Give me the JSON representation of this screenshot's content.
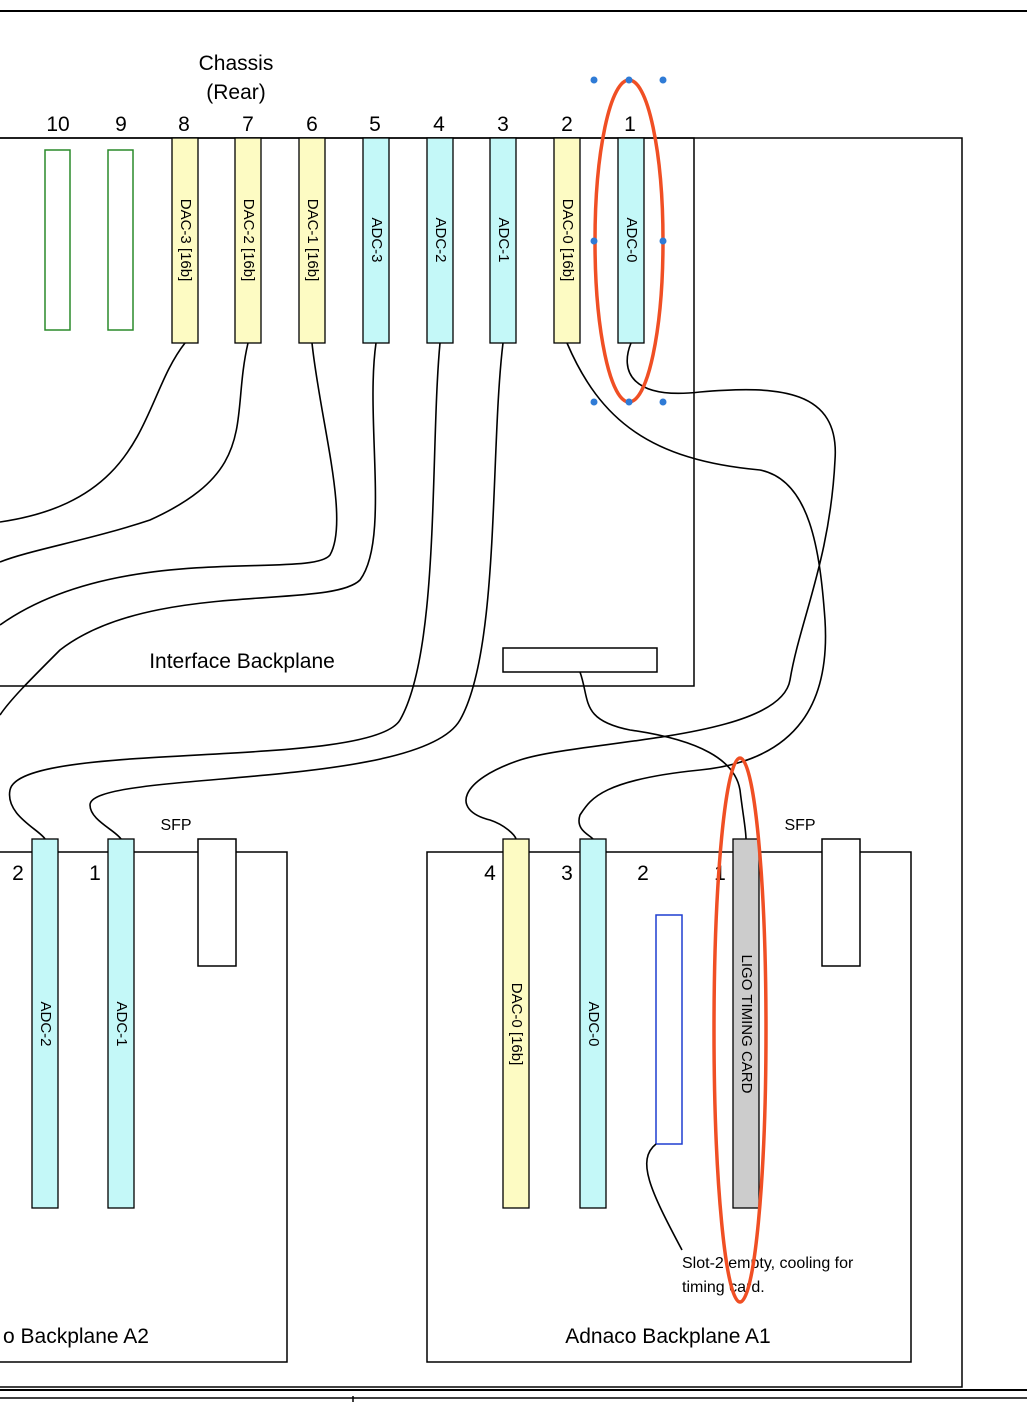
{
  "chassis": {
    "title_line1": "Chassis",
    "title_line2": "(Rear)",
    "slot_numbers": [
      "10",
      "9",
      "8",
      "7",
      "6",
      "5",
      "4",
      "3",
      "2",
      "1"
    ],
    "cards": [
      "DAC-3 [16b]",
      "DAC-2 [16b]",
      "DAC-1 [16b]",
      "ADC-3",
      "ADC-2",
      "ADC-1",
      "DAC-0 [16b]",
      "ADC-0"
    ],
    "interface_label": "Interface Backplane"
  },
  "backplane_a2": {
    "label": "o Backplane A2",
    "sfp_label": "SFP",
    "slot_numbers": [
      "2",
      "1"
    ],
    "cards": [
      "ADC-2",
      "ADC-1"
    ]
  },
  "backplane_a1": {
    "label": "Adnaco Backplane A1",
    "sfp_label": "SFP",
    "slot_numbers": [
      "4",
      "3",
      "2",
      "1"
    ],
    "cards": [
      "DAC-0 [16b]",
      "ADC-0",
      "LIGO TIMING CARD"
    ],
    "note_line1": "Slot-2 empty, cooling for",
    "note_line2": "timing card."
  },
  "colors": {
    "adc": "#c4f8f8",
    "dac": "#fdfbc3",
    "timing": "#cccccc",
    "empty_chassis": "#2a8a2a",
    "empty_adnaco": "#1f3ed0",
    "highlight": "#f04f24",
    "handle": "#2f7bd6"
  }
}
